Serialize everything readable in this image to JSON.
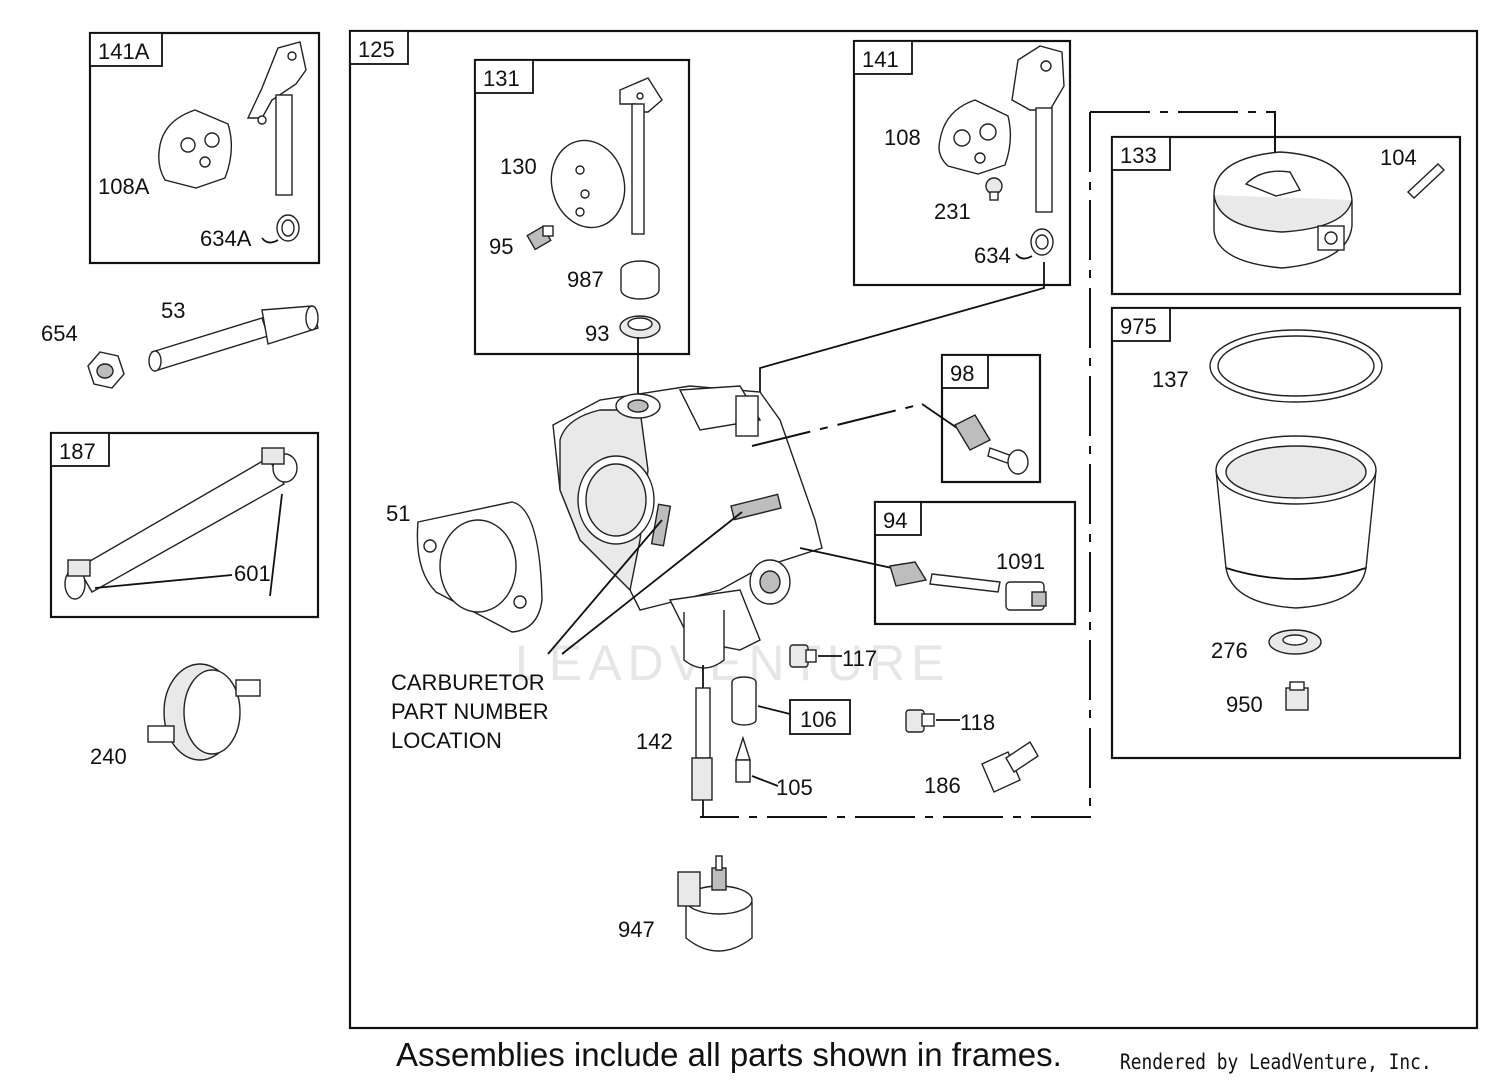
{
  "frames": {
    "f141A": "141A",
    "f125": "125",
    "f131": "131",
    "f141": "141",
    "f133": "133",
    "f975": "975",
    "f187": "187",
    "f98": "98",
    "f94": "94",
    "f106": "106"
  },
  "labels": {
    "l108A": "108A",
    "l634A": "634A",
    "l130": "130",
    "l95": "95",
    "l987": "987",
    "l93": "93",
    "l108": "108",
    "l231": "231",
    "l634": "634",
    "l104": "104",
    "l137": "137",
    "l276": "276",
    "l950": "950",
    "l654": "654",
    "l53": "53",
    "l601": "601",
    "l240": "240",
    "l51": "51",
    "l1091": "1091",
    "l117": "117",
    "l118": "118",
    "l186": "186",
    "l142": "142",
    "l105": "105",
    "l947": "947"
  },
  "note_lines": [
    "CARBURETOR",
    "PART NUMBER",
    "LOCATION"
  ],
  "watermark": "LEADVENTURE",
  "footer": "Assemblies include all parts shown in frames.",
  "credit": "Rendered by LeadVenture, Inc."
}
